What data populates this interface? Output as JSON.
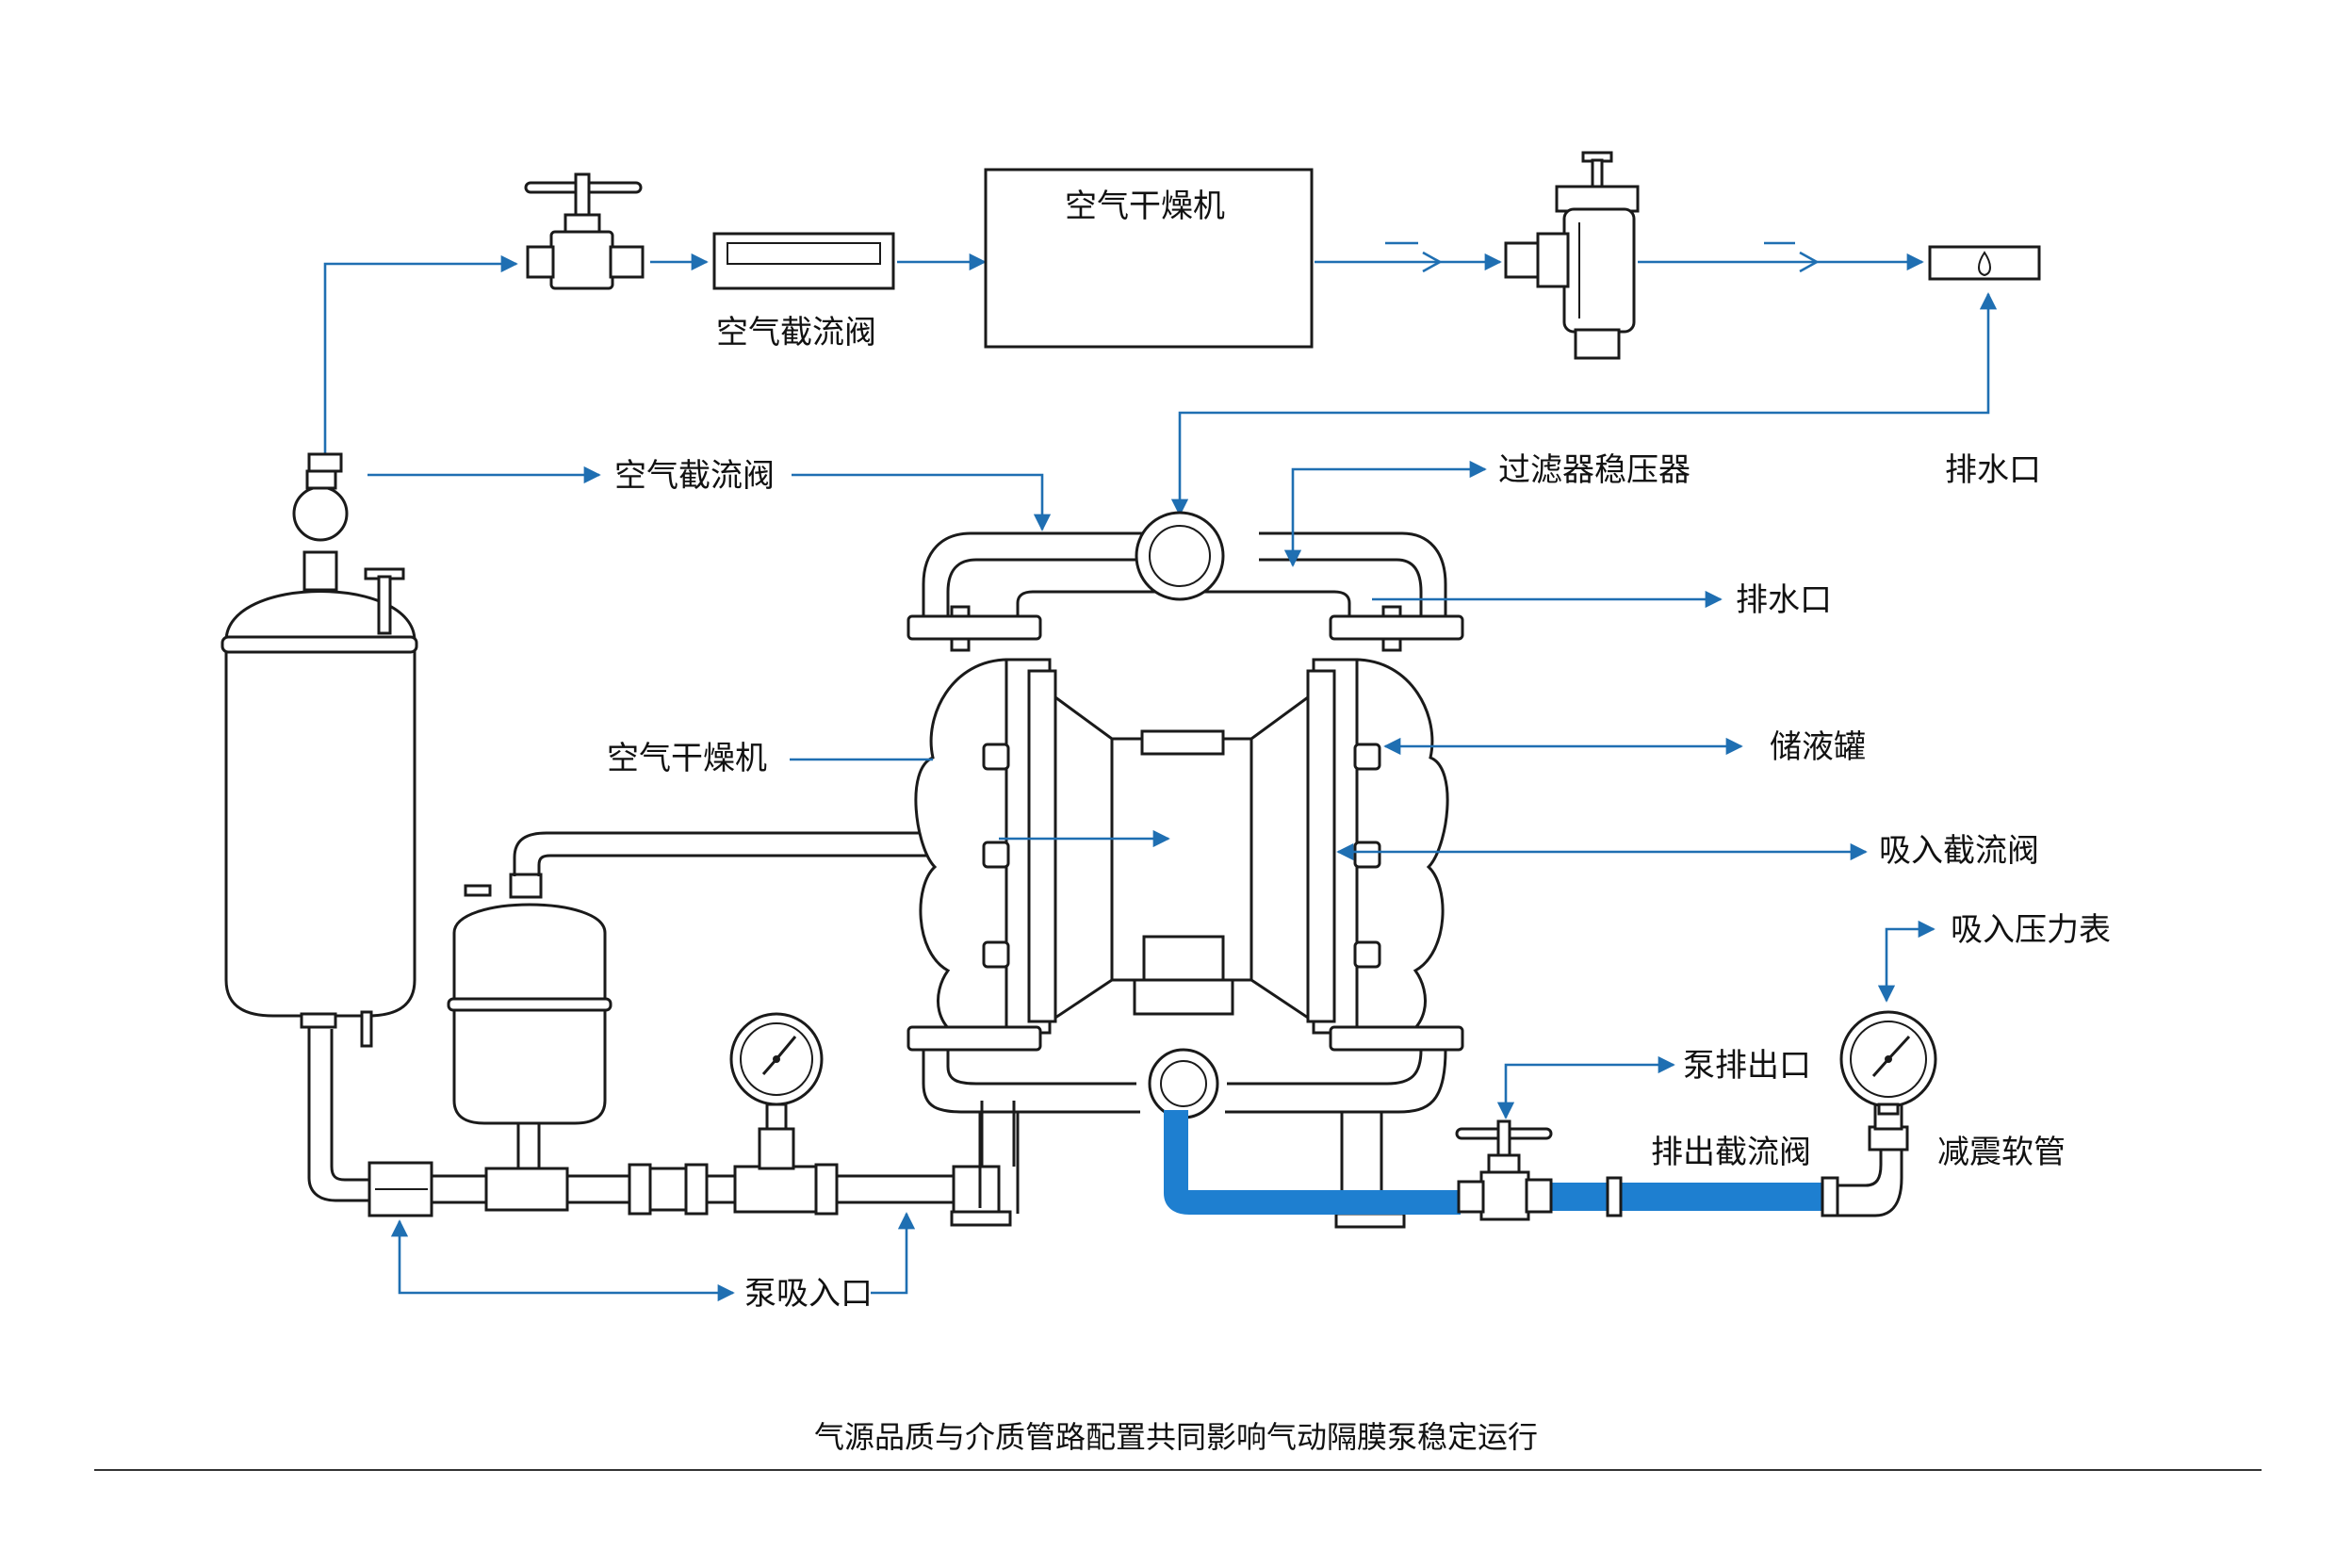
{
  "colors": {
    "line": "#1a1a1a",
    "annotation_blue": "#1f6fb2",
    "discharge_pipe_blue": "#1e7fd0",
    "background": "#ffffff"
  },
  "top_labels": {
    "air_dryer_box": "空气干燥机",
    "air_valve_under": "空气截流阀",
    "drain_top_right": "排水口"
  },
  "callouts": {
    "air_throttle_valve": "空气截流阀",
    "filter_regulator": "过滤器稳压器",
    "drain_port": "排水口",
    "air_dryer": "空气干燥机",
    "storage_tank": "储液罐",
    "suction_throttle_valve": "吸入截流阀",
    "suction_pressure_gauge": "吸入压力表",
    "pump_outlet": "泵排出口",
    "discharge_throttle_valve": "排出截流阀",
    "shock_hose": "减震软管",
    "pump_inlet": "泵吸入口"
  },
  "caption": "气源品质与介质管路配置共同影响气动隔膜泵稳定运行"
}
